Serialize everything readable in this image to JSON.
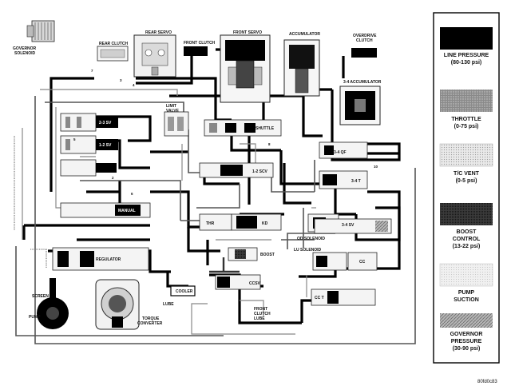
{
  "labels": {
    "governor_solenoid": [
      "GOVERNOR",
      "SOLENOID"
    ],
    "rear_clutch": "REAR CLUTCH",
    "rear_servo": "REAR SERVO",
    "front_clutch": "FRONT CLUTCH",
    "front_servo": "FRONT SERVO",
    "accumulator": "ACCUMULATOR",
    "overdrive_clutch": [
      "OVERDRIVE",
      "CLUTCH"
    ],
    "accumulator_34": "3-4 ACCUMULATOR",
    "limit_valve": [
      "LIMIT",
      "VALVE"
    ],
    "sv_23": "2-3 SV",
    "sv_12": "1-2 SV",
    "shuttle": "SHUTTLE",
    "scv_12": "1-2 SCV",
    "manual": "MANUAL",
    "thr": "THR",
    "kd": "KD",
    "od_solenoid": "OD SOLENOID",
    "boost": "BOOST",
    "lu_solenoid": "LU SOLENOID",
    "regulator": "REGULATOR",
    "cooler": "COOLER",
    "lube": "LUBE",
    "ccsv": "CCSV",
    "screen": "SCREEN",
    "pump": "PUMP",
    "torque_converter": [
      "TORQUE",
      "CONVERTER"
    ],
    "front_clutch_lube": [
      "FRONT",
      "CLUTCH",
      "LUBE"
    ],
    "cc_t": "CC T",
    "cc": "CC",
    "sv_34": "3-4 SV",
    "t_34": "3-4 T",
    "qf_34": "3-4 QF",
    "num_2": "2",
    "num_3": "3",
    "num_4": "4",
    "num_5": "5",
    "num_6": "6",
    "num_7": "7",
    "num_8": "8",
    "num_10": "10",
    "ref_code": "80fd0c83"
  },
  "legend": [
    {
      "name": "LINE PRESSURE",
      "range": "(80-130 psi)",
      "fill": "#000000"
    },
    {
      "name": "THROTTLE",
      "range": "(0-75 psi)",
      "fill": "#777777"
    },
    {
      "name": "T/C VENT",
      "range": "(0-5 psi)",
      "fill": "#cfcfcf"
    },
    {
      "name": "BOOST CONTROL",
      "range": "(13-22 psi)",
      "fill": "#3a3a3a"
    },
    {
      "name": "PUMP SUCTION",
      "range": "",
      "fill": "#e2e2e2"
    },
    {
      "name": "GOVERNOR PRESSURE",
      "range": "(30-90 psi)",
      "fill": "#9a9a9a"
    }
  ]
}
